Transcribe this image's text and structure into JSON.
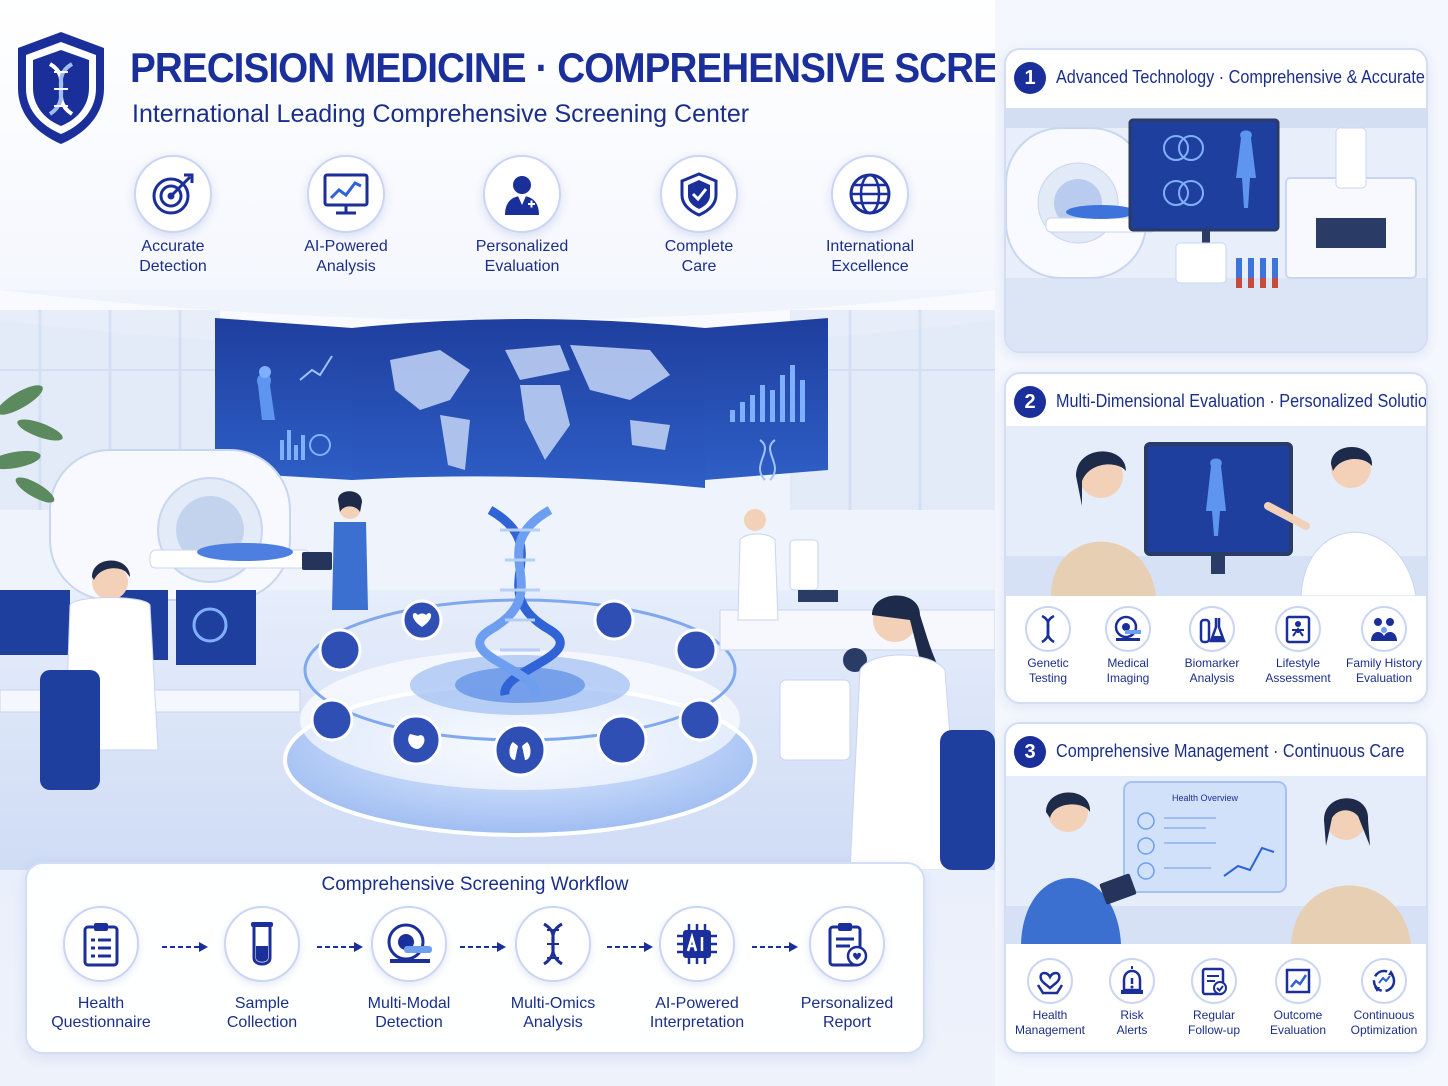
{
  "header": {
    "title": "PRECISION MEDICINE · COMPREHENSIVE SCREENING",
    "subtitle": "International Leading Comprehensive Screening Center"
  },
  "features": [
    {
      "label": "Accurate\nDetection",
      "icon": "target-icon"
    },
    {
      "label": "AI-Powered\nAnalysis",
      "icon": "chart-monitor-icon"
    },
    {
      "label": "Personalized\nEvaluation",
      "icon": "doctor-icon"
    },
    {
      "label": "Complete\nCare",
      "icon": "shield-check-icon"
    },
    {
      "label": "International\nExcellence",
      "icon": "globe-icon"
    }
  ],
  "workflow": {
    "title": "Comprehensive Screening Workflow",
    "steps": [
      {
        "label": "Health\nQuestionnaire",
        "icon": "clipboard-icon"
      },
      {
        "label": "Sample\nCollection",
        "icon": "test-tube-icon"
      },
      {
        "label": "Multi-Modal\nDetection",
        "icon": "scanner-icon"
      },
      {
        "label": "Multi-Omics\nAnalysis",
        "icon": "dna-icon"
      },
      {
        "label": "AI-Powered\nInterpretation",
        "icon": "ai-chip-icon"
      },
      {
        "label": "Personalized\nReport",
        "icon": "report-icon"
      }
    ]
  },
  "panels": [
    {
      "number": "1",
      "title": "Advanced Technology · Comprehensive & Accurate"
    },
    {
      "number": "2",
      "title": "Multi-Dimensional Evaluation · Personalized Solutions",
      "items": [
        {
          "label": "Genetic\nTesting",
          "icon": "dna-icon"
        },
        {
          "label": "Medical\nImaging",
          "icon": "scanner-icon"
        },
        {
          "label": "Biomarker\nAnalysis",
          "icon": "flask-icon"
        },
        {
          "label": "Lifestyle\nAssessment",
          "icon": "person-chart-icon"
        },
        {
          "label": "Family History\nEvaluation",
          "icon": "family-icon"
        }
      ]
    },
    {
      "number": "3",
      "title": "Comprehensive Management · Continuous Care",
      "screen_text": "Health Overview",
      "items": [
        {
          "label": "Health\nManagement",
          "icon": "heart-hands-icon"
        },
        {
          "label": "Risk\nAlerts",
          "icon": "alarm-icon"
        },
        {
          "label": "Regular\nFollow-up",
          "icon": "calendar-check-icon"
        },
        {
          "label": "Outcome\nEvaluation",
          "icon": "trend-chart-icon"
        },
        {
          "label": "Continuous\nOptimization",
          "icon": "cycle-icon"
        }
      ]
    }
  ],
  "colors": {
    "navy": "#1b2f9a",
    "accent_blue": "#2f63d6",
    "light_blue": "#9fbdf2",
    "panel_border": "#d3ddf4"
  }
}
